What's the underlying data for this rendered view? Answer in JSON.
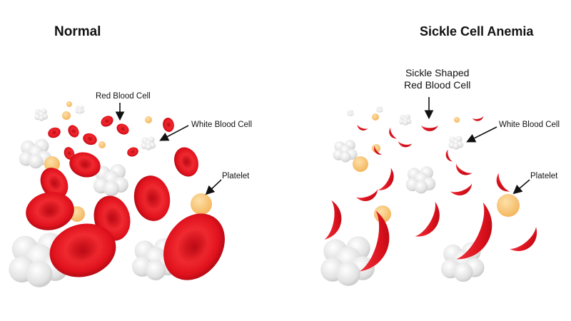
{
  "titles": {
    "normal": "Normal",
    "sickle": "Sickle Cell Anemia"
  },
  "labels": {
    "red_blood_cell": "Red Blood Cell",
    "white_blood_cell_normal": "White Blood Cell",
    "platelet_normal": "Platelet",
    "sickle_line1": "Sickle Shaped",
    "sickle_line2": "Red Blood Cell",
    "white_blood_cell_sickle": "White Blood Cell",
    "platelet_sickle": "Platelet"
  },
  "colors": {
    "red_cell": "#e0121d",
    "red_cell_dark": "#b50a14",
    "white_cell": "#e4e4e4",
    "platelet": "#f8c06a"
  }
}
